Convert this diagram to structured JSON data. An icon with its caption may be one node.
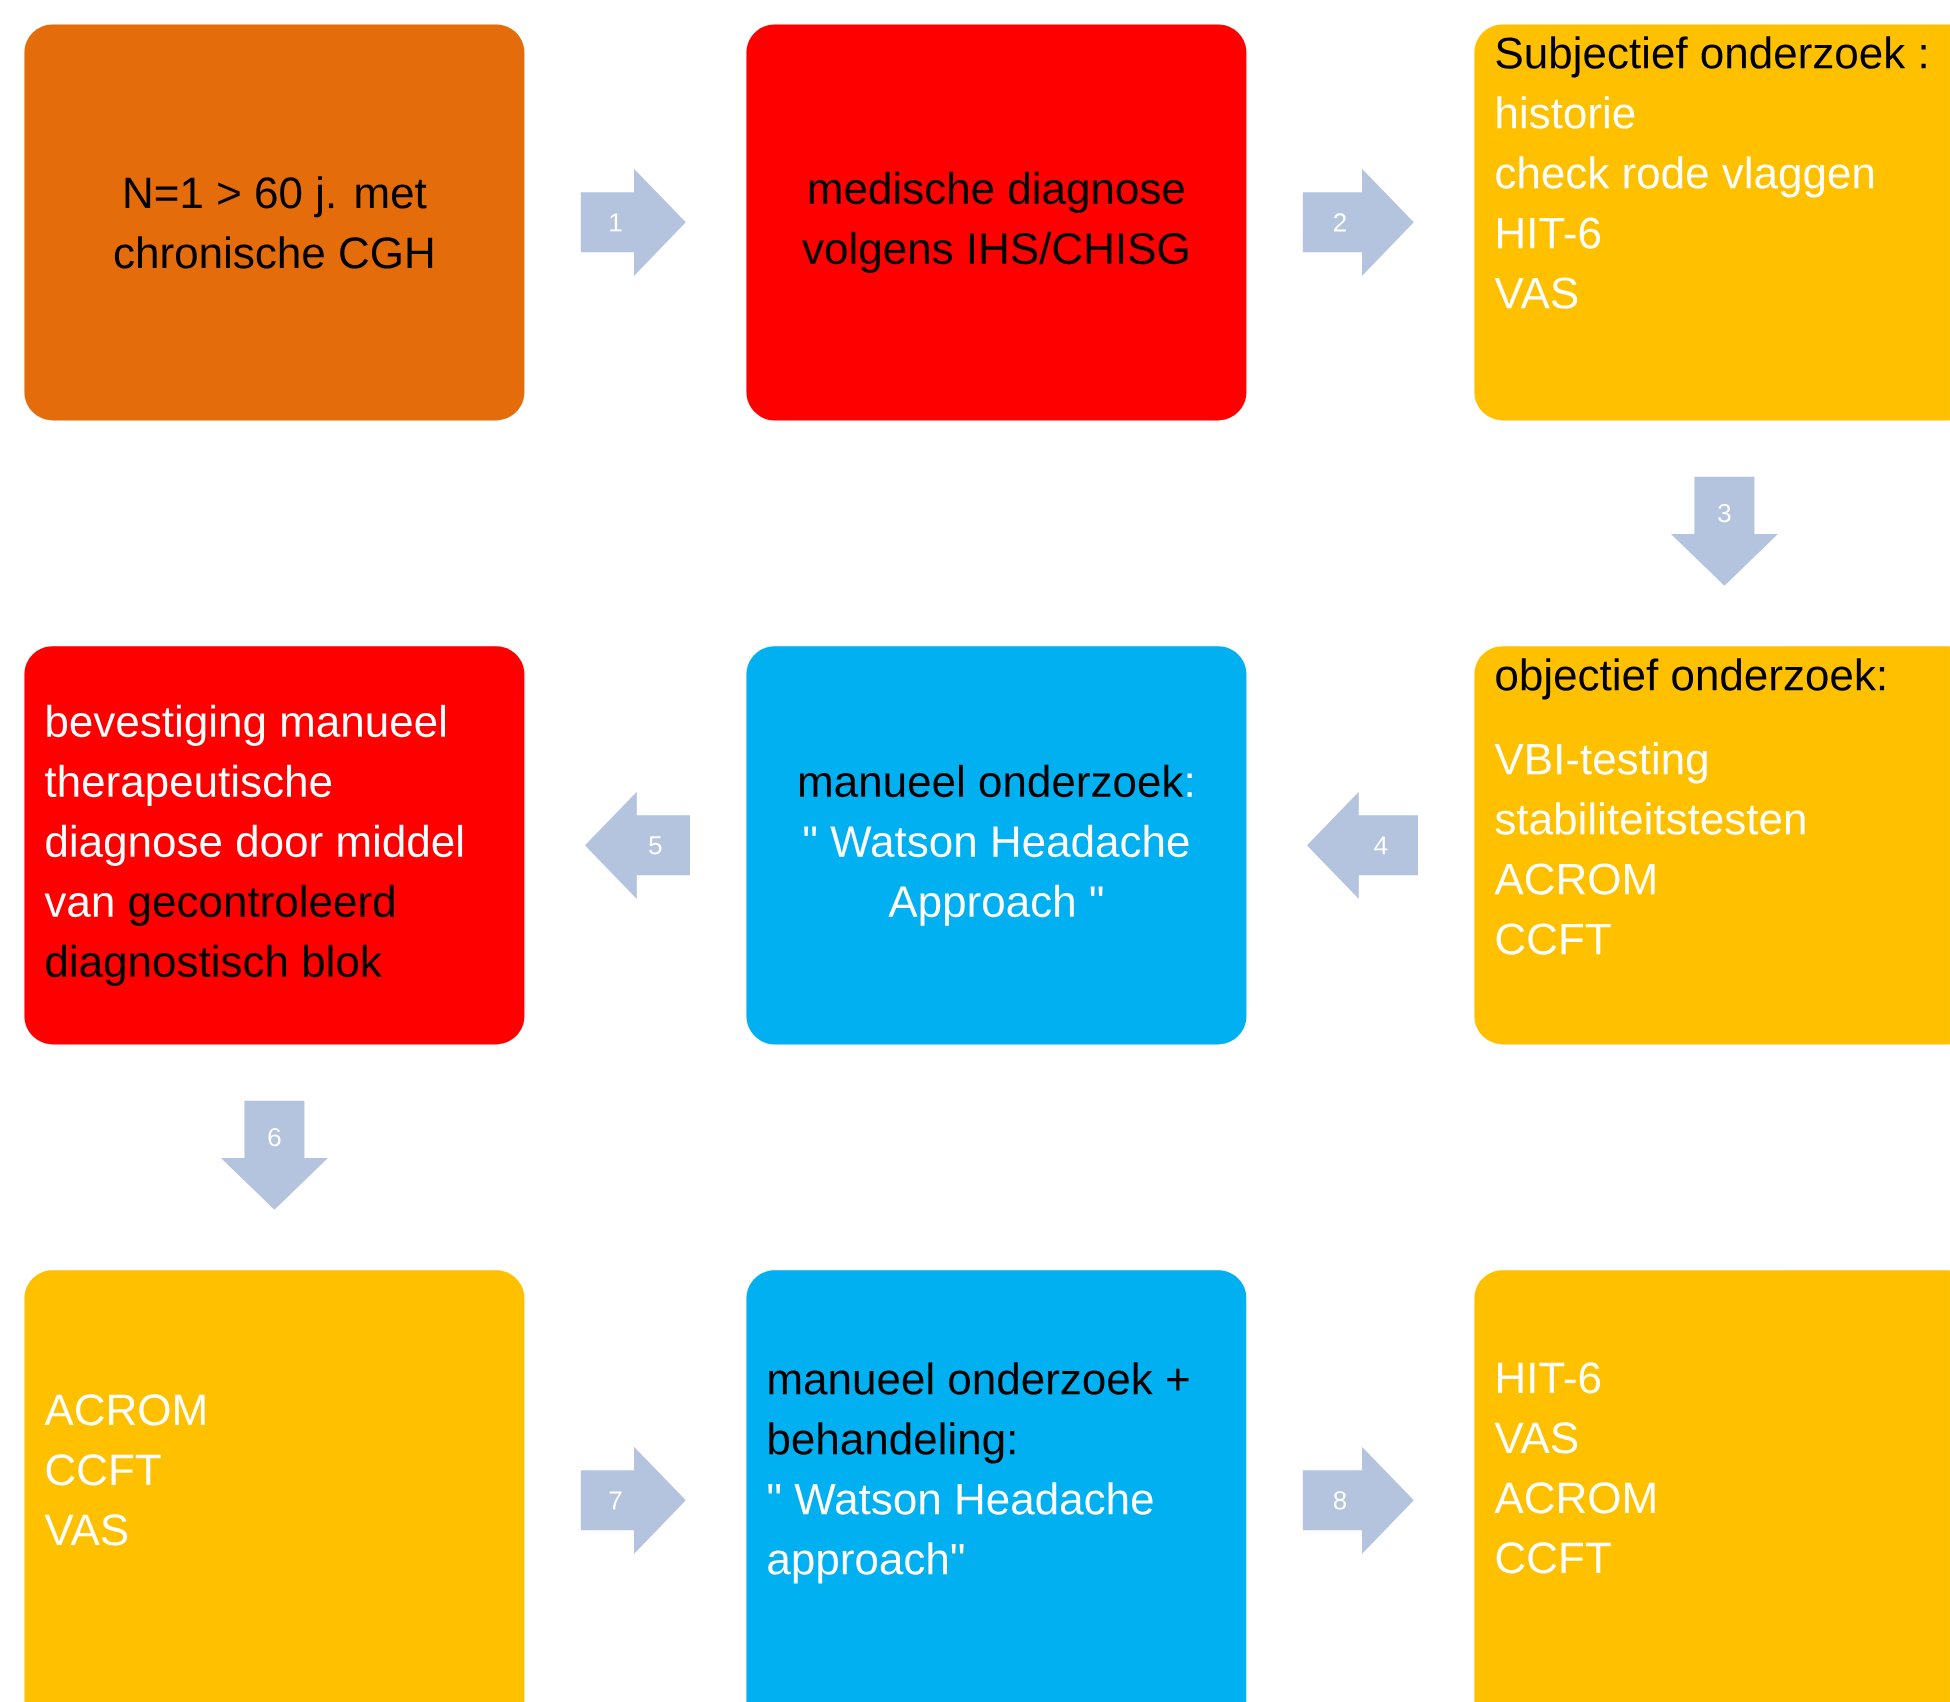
{
  "diagram": {
    "nodes": [
      {
        "text": [
          "N=1 > 60 j. met chronische CGH"
        ]
      },
      {
        "text": [
          "medische diagnose volgens IHS/CHISG"
        ]
      },
      {
        "text": [
          "Subjectief onderzoek :",
          "historie",
          "check rode vlaggen",
          "HIT-6",
          "VAS"
        ]
      },
      {
        "text": [
          "bevestiging manueel therapeutische diagnose door middel van",
          "gecontroleerd diagnostisch blok"
        ]
      },
      {
        "text": [
          "manueel onderzoek",
          ":",
          "\" Watson Headache Approach \""
        ]
      },
      {
        "text": [
          "objectief onderzoek:",
          "VBI-testing",
          "stabiliteitstesten",
          "ACROM",
          "CCFT"
        ]
      },
      {
        "text": [
          "ACROM",
          "CCFT",
          "VAS"
        ]
      },
      {
        "text": [
          "manueel onderzoek + behandeling:",
          "\" Watson Headache approach\""
        ]
      },
      {
        "text": [
          "HIT-6",
          "VAS",
          "ACROM",
          "CCFT"
        ]
      }
    ],
    "edges": [
      {
        "from": 0,
        "to": 1,
        "arrow": "to",
        "label": "1"
      },
      {
        "from": 1,
        "to": 2,
        "arrow": "to",
        "label": "2"
      },
      {
        "from": 2,
        "to": 5,
        "arrow": "to",
        "label": "3"
      },
      {
        "from": 5,
        "to": 4,
        "arrow": "to",
        "label": "4"
      },
      {
        "from": 4,
        "to": 3,
        "arrow": "to",
        "label": "5"
      },
      {
        "from": 3,
        "to": 6,
        "arrow": "to",
        "label": "6"
      },
      {
        "from": 6,
        "to": 7,
        "arrow": "to",
        "label": "7"
      },
      {
        "from": 7,
        "to": 8,
        "arrow": "to",
        "label": "8"
      }
    ]
  }
}
